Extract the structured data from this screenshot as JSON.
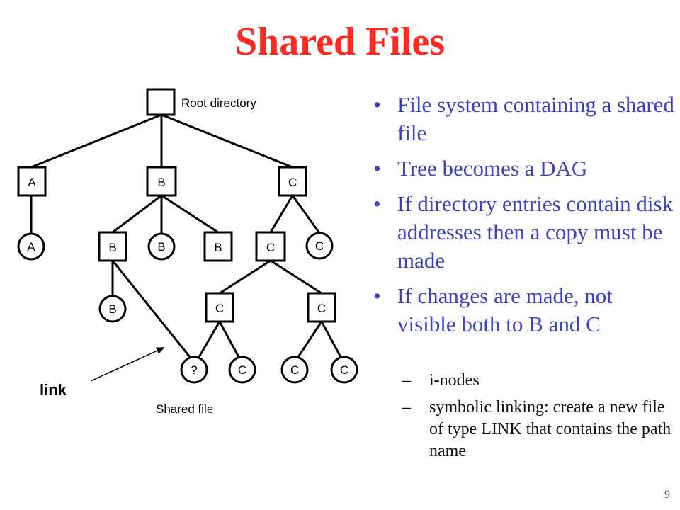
{
  "slide": {
    "title": "Shared Files",
    "page_number": "9"
  },
  "diagram": {
    "root_label": "Root directory",
    "shared_file_label": "Shared file",
    "link_label": "link",
    "node_labels": {
      "dir_a": "A",
      "dir_b": "B",
      "dir_c": "C",
      "file_a": "A",
      "dir_b_sub": "B",
      "file_b1": "B",
      "file_b2": "B",
      "dir_c_sub": "C",
      "file_c1": "C",
      "file_b3": "B",
      "dir_c_left": "C",
      "dir_c_right": "C",
      "shared_file": "?",
      "file_c2": "C",
      "file_c3": "C",
      "file_c4": "C"
    }
  },
  "bullets": [
    "File system containing a shared file",
    "Tree becomes a DAG",
    "If directory entries contain disk addresses then a copy must be made",
    "If changes are made, not visible both to B and C"
  ],
  "sub_bullets": [
    "i-nodes",
    "symbolic linking: create a new file of type LINK that contains the path name"
  ],
  "markers": {
    "bullet": "•",
    "dash": "–"
  }
}
